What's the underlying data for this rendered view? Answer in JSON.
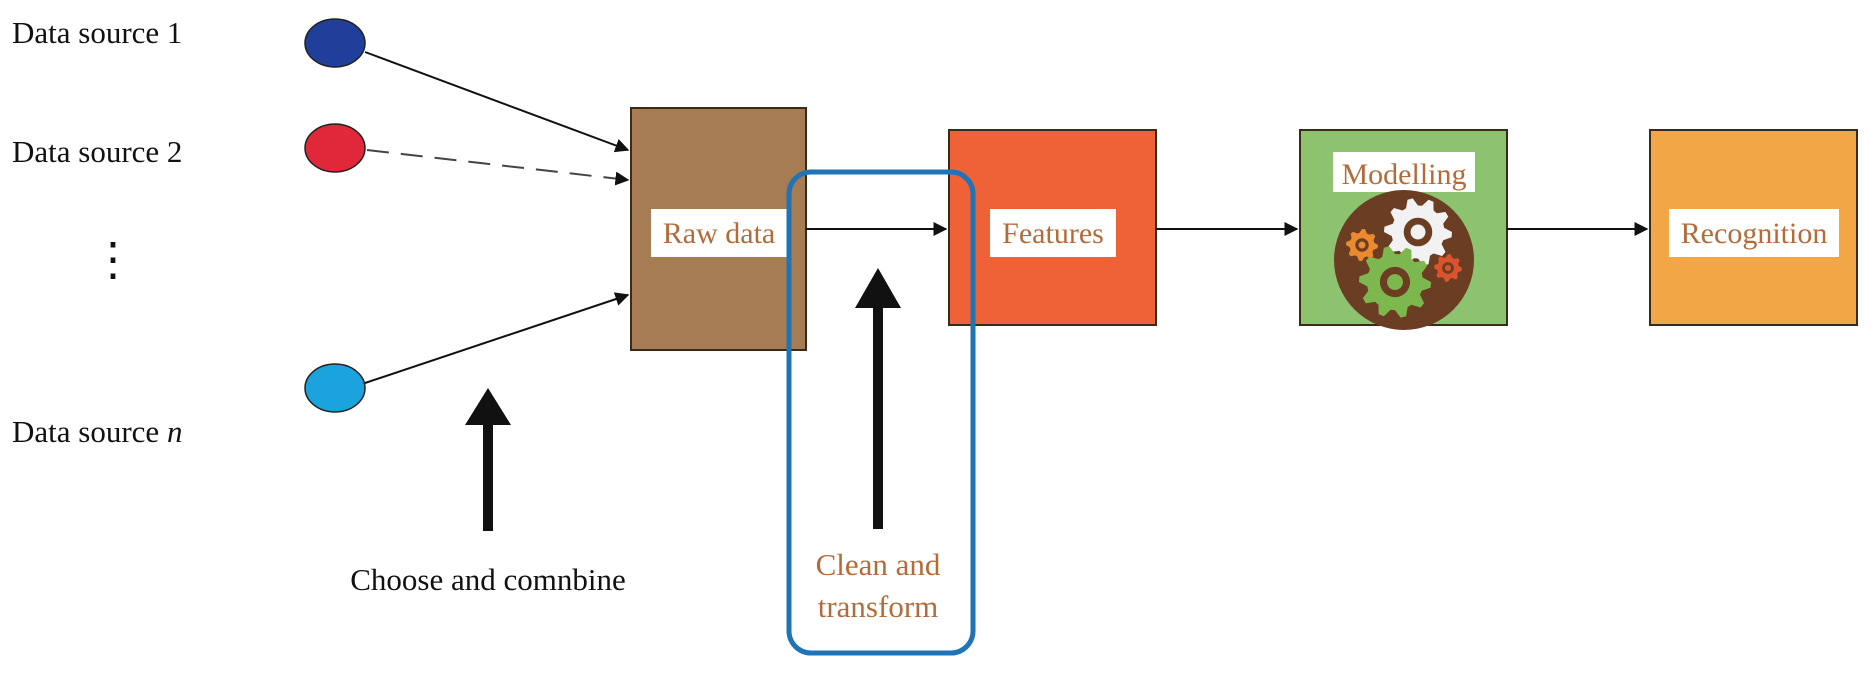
{
  "sources": [
    {
      "label": "Data source 1",
      "color": "#1F3F9A"
    },
    {
      "label": "Data source 2",
      "color": "#E0283A"
    },
    {
      "label_prefix": "Data source ",
      "label_italic": "n",
      "color": "#1AA3DC"
    }
  ],
  "ellipsis": "⋮",
  "nodes": {
    "raw": {
      "label": "Raw data",
      "fill": "#A67C52"
    },
    "features": {
      "label": "Features",
      "fill": "#EF6238"
    },
    "modelling": {
      "label": "Modelling",
      "fill": "#8DC26F"
    },
    "recognition": {
      "label": "Recognition",
      "fill": "#F2A645"
    }
  },
  "captions": {
    "combine": "Choose and comnbine",
    "clean_line1": "Clean and",
    "clean_line2": "transform"
  },
  "colors": {
    "label_text": "#B36B3A",
    "highlight_box": "#1F73B7",
    "arrow": "#111111",
    "gear_bg": "#6B3E24",
    "gear_white": "#F2F2F2",
    "gear_green": "#7DB84F",
    "gear_orange": "#E98A2E",
    "gear_red": "#D9532C"
  }
}
